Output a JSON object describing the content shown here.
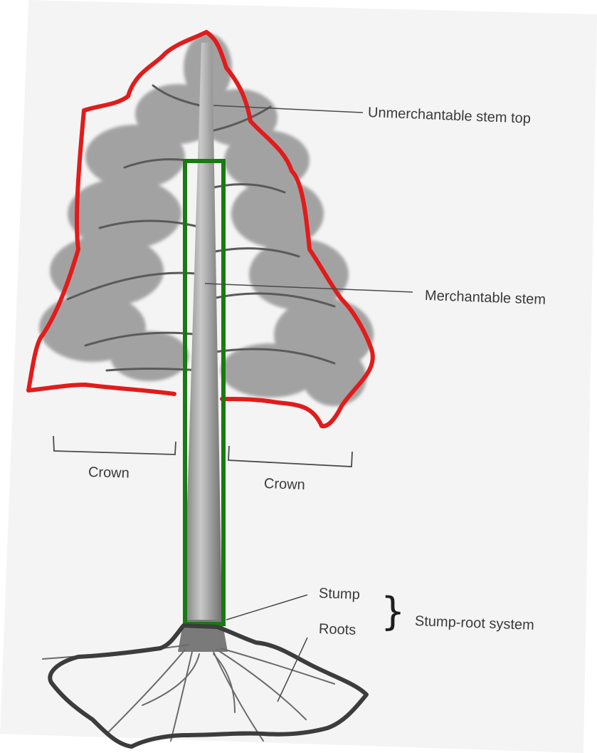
{
  "labels": {
    "stem_top": "Unmerchantable stem top",
    "merch_stem": "Merchantable stem",
    "crown_left": "Crown",
    "crown_right": "Crown",
    "stump": "Stump",
    "roots": "Roots",
    "stump_root": "Stump-root system"
  },
  "colors": {
    "crown_outline": "#e21b1b",
    "stem_outline": "#1a7a12",
    "root_outline": "#3c3c3c",
    "foliage": "#8c8c8c",
    "trunk": "#9a9a9a",
    "leader_line": "#4a4a4a"
  }
}
